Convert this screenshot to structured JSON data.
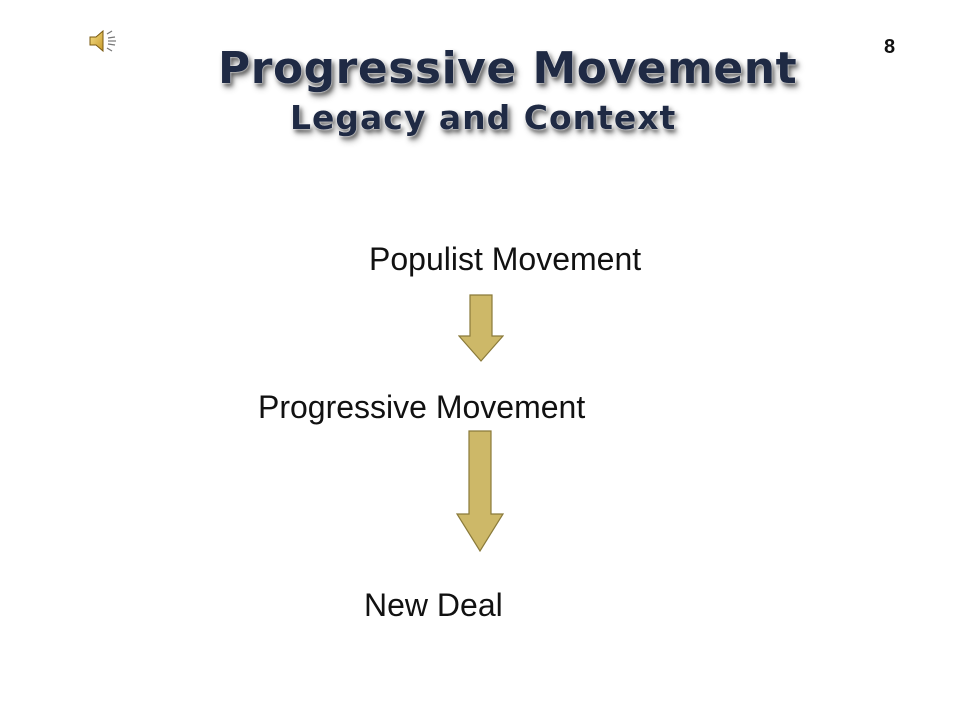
{
  "slide": {
    "number": "8",
    "title": {
      "line1": "Progressive Movement",
      "line2": "Legacy and Context"
    },
    "flow": [
      {
        "label": "Populist Movement"
      },
      {
        "label": "Progressive Movement"
      },
      {
        "label": "New Deal"
      }
    ],
    "icons": {
      "audio": "speaker-icon",
      "arrow": "arrow-down-icon"
    }
  },
  "colors": {
    "title": "#1f2a44",
    "arrow_fill": "#cdb868",
    "arrow_stroke": "#8a7a3a",
    "text": "#111111"
  }
}
